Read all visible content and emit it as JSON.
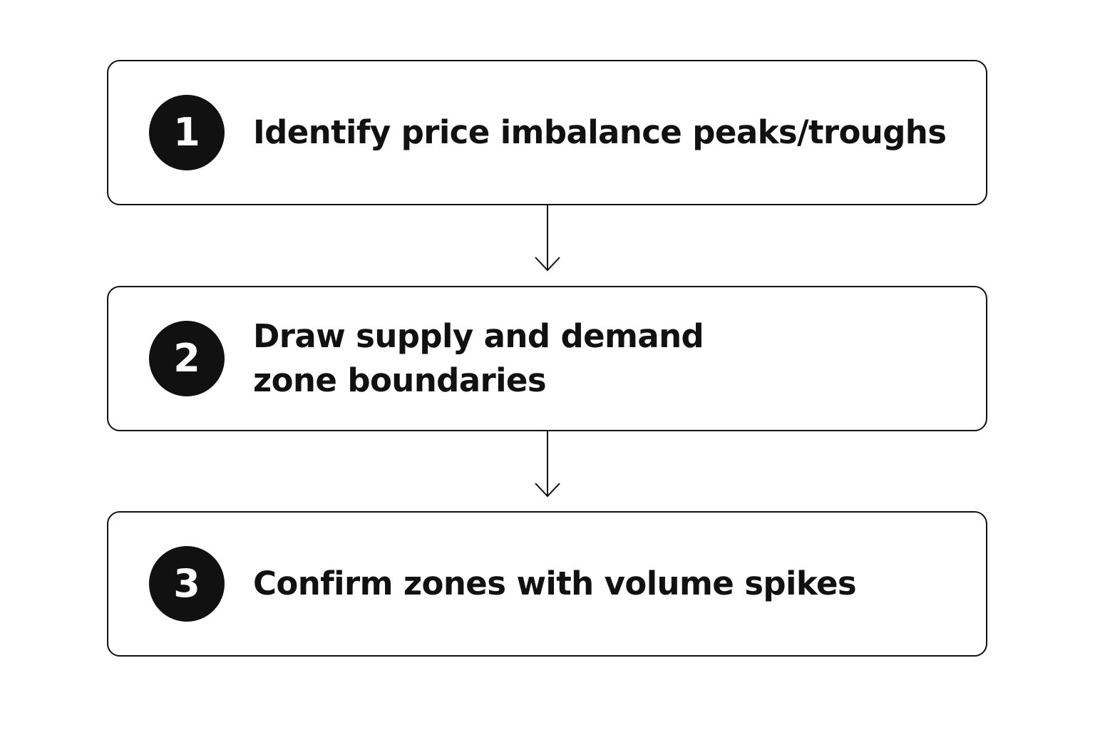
{
  "colors": {
    "ink": "#111111",
    "background": "#ffffff",
    "badge_text": "#ffffff"
  },
  "steps": [
    {
      "number": "1",
      "text": "Identify price imbalance peaks/troughs"
    },
    {
      "number": "2",
      "text": "Draw supply and demand\nzone boundaries"
    },
    {
      "number": "3",
      "text": "Confirm zones with volume spikes"
    }
  ],
  "connectors": [
    {
      "from": "1",
      "to": "2",
      "icon": "arrow-down-icon"
    },
    {
      "from": "2",
      "to": "3",
      "icon": "arrow-down-icon"
    }
  ]
}
